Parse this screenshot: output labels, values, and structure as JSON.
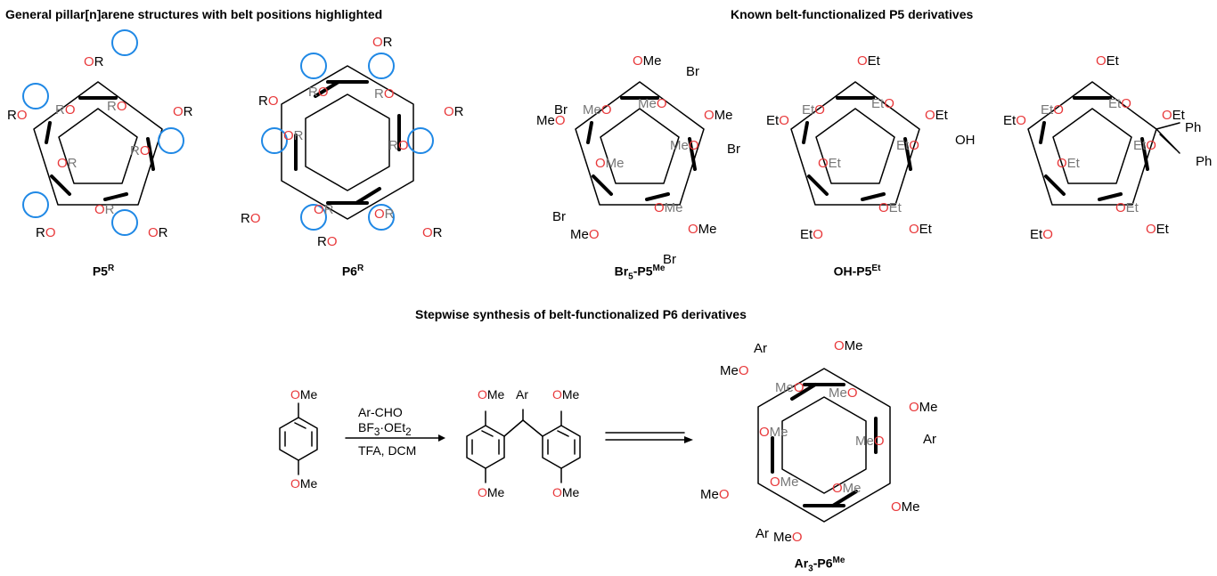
{
  "headings": {
    "general": "General pillar[n]arene structures with belt positions highlighted",
    "known": "Known belt-functionalized P5 derivatives",
    "stepwise": "Stepwise synthesis of belt-functionalized P6 derivatives"
  },
  "captions": {
    "p5r": {
      "main": "P5",
      "sup": "R"
    },
    "p6r": {
      "main": "P6",
      "sup": "R"
    },
    "br5": {
      "pre": "Br",
      "sub": "5",
      "main": "-P5",
      "sup": "Me"
    },
    "oh": {
      "main": "OH-P5",
      "sup": "Et"
    },
    "ar3": {
      "pre": "Ar",
      "sub": "3",
      "main": "-P6",
      "sup": "Me"
    }
  },
  "reaction": {
    "reagent1": "Ar-CHO",
    "reagent2a": "BF",
    "reagent2sub1": "3",
    "reagent2b": "·OEt",
    "reagent2sub2": "2",
    "conditions": "TFA, DCM",
    "ome": "OMe",
    "ar": "Ar"
  },
  "labels": {
    "or": "OR",
    "ro": "RO",
    "ome": "OMe",
    "meo": "MeO",
    "oet": "OEt",
    "eto": "EtO",
    "br": "Br",
    "oh": "OH",
    "ph": "Ph",
    "ar": "Ar"
  },
  "colors": {
    "oxygen": "#e8393b",
    "highlight": "#1f88e5",
    "inner": "#777777"
  }
}
